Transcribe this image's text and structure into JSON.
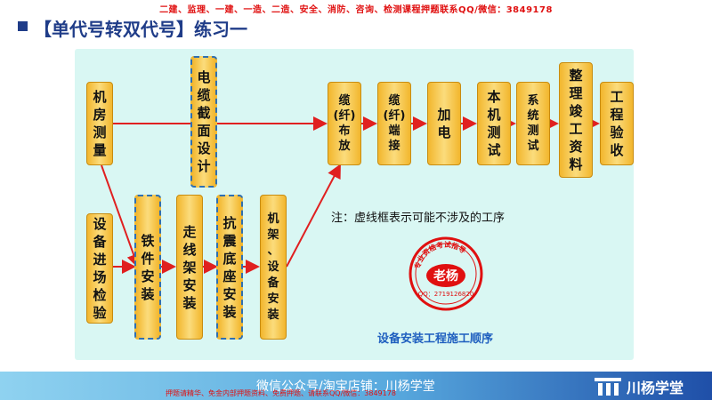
{
  "banner": "二建、监理、一建、一造、二造、安全、消防、咨询、检测课程押题联系QQ/微信：3849178",
  "title": "【单代号转双代号】练习一",
  "boxes": {
    "jifang": "机\n房\n测\n量",
    "dianlan": "电\n缆\n截\n面\n设\n计",
    "fangzhi": "缆\n(纤)\n布\n放",
    "duanjie": "缆\n(纤)\n端\n接",
    "jiadian": "加\n电",
    "benji": "本\n机\n测\n试",
    "xitong": "系\n统\n测\n试",
    "zhengli": "整\n理\n竣\n工\n资\n料",
    "gongcheng": "工\n程\n验\n收",
    "shebei": "设\n备\n进\n场\n检\n验",
    "tiejian": "铁\n件\n安\n装",
    "zouxian": "走\n线\n架\n安\n装",
    "kangzhen": "抗\n震\n底\n座\n安\n装",
    "jijia": "机\n架\n、\n设\n备\n安\n装"
  },
  "note": "注：虚线框表示可能不涉及的工序",
  "caption": "设备安装工程施工顺序",
  "seal": {
    "center": "老杨",
    "ring": "专业资格考试指导",
    "qq": "QQ：2719126820"
  },
  "footer": {
    "text": "微信公众号/淘宝店铺：川杨学堂",
    "red": "押题请精华、免金内部押题资料、免费押题、请联系QQ/微信：3849178",
    "brand": "川杨学堂"
  },
  "colors": {
    "box_fill": "#f2b62d",
    "arrow": "#e02020",
    "dashed_border": "#2f6fb0",
    "title": "#1f3c88"
  }
}
